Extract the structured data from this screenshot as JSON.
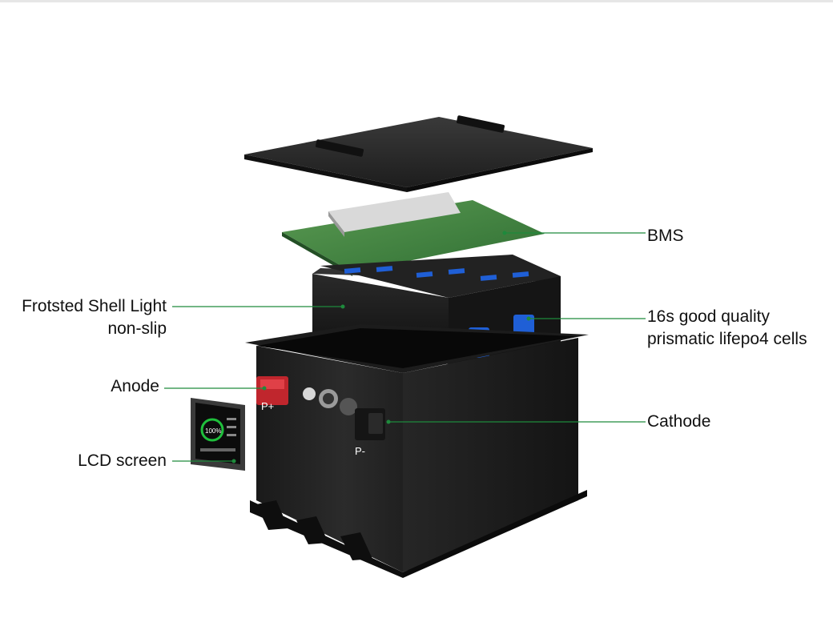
{
  "labels": {
    "bms": "BMS",
    "shell_line1": "Frotsted Shell Light",
    "shell_line2": "non-slip",
    "cells_line1": "16s good quality",
    "cells_line2": "prismatic lifepo4 cells",
    "anode": "Anode",
    "cathode": "Cathode",
    "lcd": "LCD screen"
  },
  "terminals": {
    "positive": "P+",
    "negative": "P-"
  },
  "lcd_display": {
    "percent": "100%"
  },
  "colors": {
    "leader_line": "#1e8a3c",
    "cell_accent": "#1f5fd6",
    "positive_terminal": "#c0262d",
    "lcd_ring": "#1fbf3c"
  }
}
